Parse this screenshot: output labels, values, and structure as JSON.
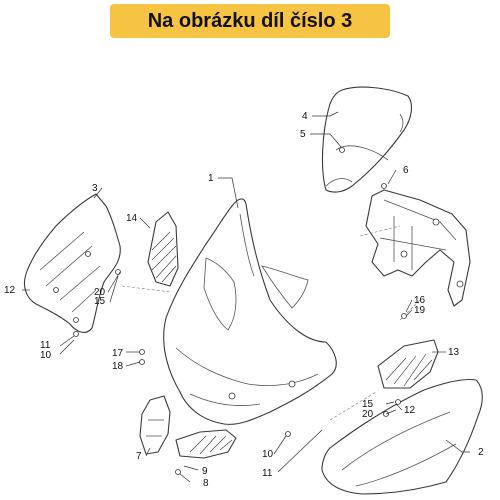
{
  "banner": {
    "text": "Na obrázku díl číslo 3",
    "background": "#f6c342"
  },
  "callouts": {
    "c1": "1",
    "c2": "2",
    "c3": "3",
    "c4": "4",
    "c5": "5",
    "c6": "6",
    "c7": "7",
    "c8": "8",
    "c9": "9",
    "c10a": "10",
    "c10b": "10",
    "c11a": "11",
    "c11b": "11",
    "c12a": "12",
    "c12b": "12",
    "c13": "13",
    "c14": "14",
    "c15a": "15",
    "c15b": "15",
    "c16": "16",
    "c17": "17",
    "c18": "18",
    "c19": "19",
    "c20a": "20",
    "c20b": "20"
  }
}
